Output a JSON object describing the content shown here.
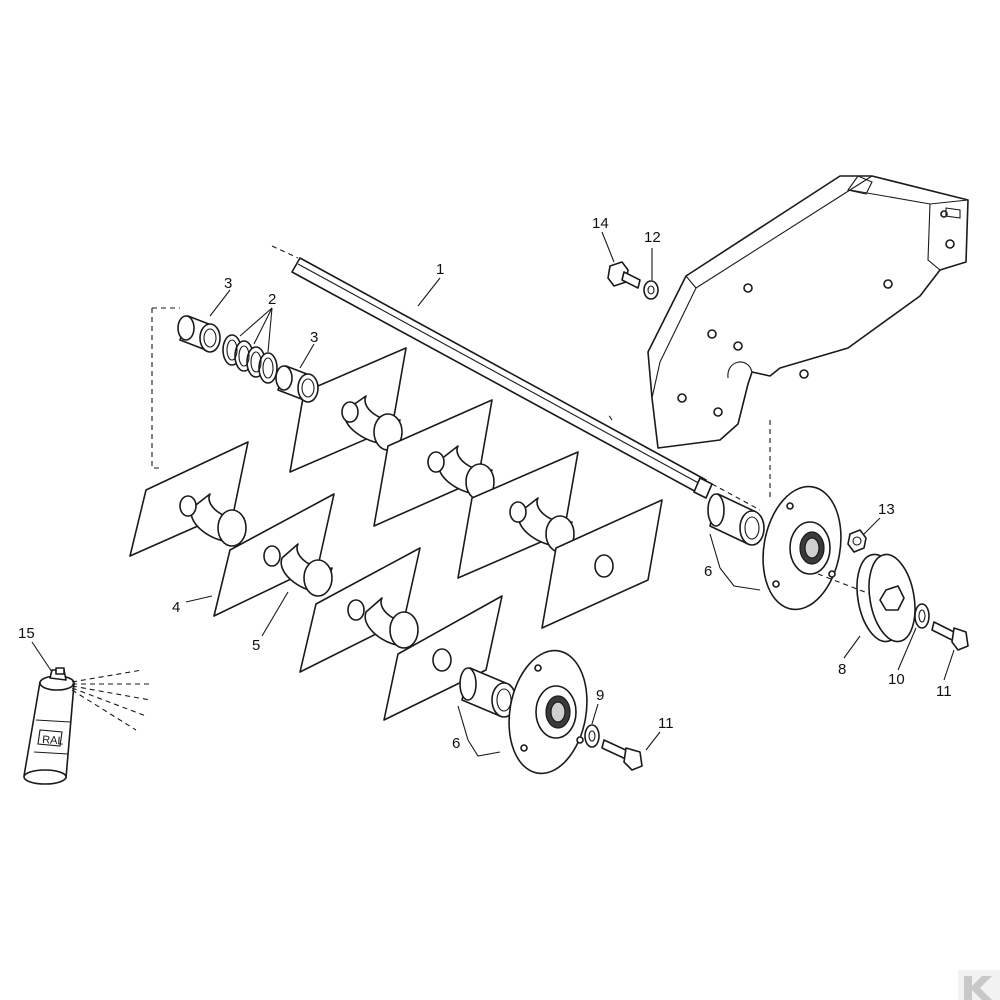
{
  "diagram": {
    "callouts": {
      "c1": "1",
      "c2": "2",
      "c3a": "3",
      "c3b": "3",
      "c4": "4",
      "c5": "5",
      "c6a": "6",
      "c6b": "6",
      "c8": "8",
      "c9": "9",
      "c10": "10",
      "c11a": "11",
      "c11b": "11",
      "c12": "12",
      "c13": "13",
      "c14": "14",
      "c15": "15"
    },
    "can_label": "RAL",
    "watermark_icon": "brand-k-logo"
  }
}
